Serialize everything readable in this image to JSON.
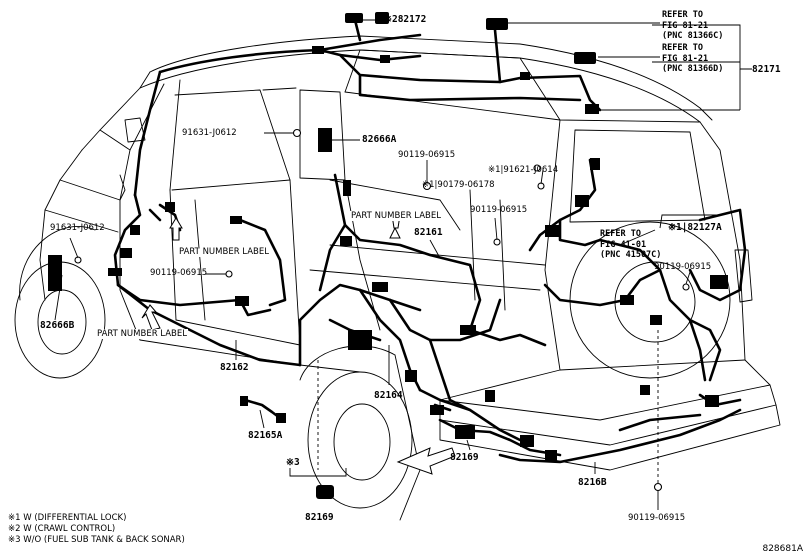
{
  "parts": {
    "p82172": "82172",
    "p82172_mark": "※2",
    "p82171": "82171",
    "p82666A": "82666A",
    "p82666B": "82666B",
    "p82161": "82161",
    "p82127A": "82127A",
    "p82127A_mark": "※1",
    "p82162": "82162",
    "p82164": "82164",
    "p82165A": "82165A",
    "p82169a": "82169",
    "p82169b": "82169",
    "p82169b_mark": "※3",
    "p8216B": "8216B",
    "b91631_top": "91631-J0612",
    "b91631_left": "91631-J0612",
    "b90119_a": "90119-06915",
    "b90119_b": "90119-06915",
    "b90119_c": "90119-06915",
    "b90119_d": "90119-06915",
    "b90119_e": "90119-06915",
    "b91621": "91621-J0614",
    "b91621_mark": "※1",
    "b90179": "90179-06178",
    "b90179_mark": "※1"
  },
  "refs": {
    "r1": [
      "REFER TO",
      "FIG 81-21",
      "(PNC 81366C)"
    ],
    "r2": [
      "REFER TO",
      "FIG 81-21",
      "(PNC 81366D)"
    ],
    "r3": [
      "REFER TO",
      "FIG 41-01",
      "(PNC 41507C)"
    ]
  },
  "part_number_labels": {
    "a": "PART NUMBER LABEL",
    "b": "PART NUMBER LABEL",
    "c": "PART NUMBER LABEL"
  },
  "legend": [
    "※1 W (DIFFERENTIAL LOCK)",
    "※2 W (CRAWL CONTROL)",
    "※3 W/O (FUEL SUB TANK & BACK SONAR)"
  ],
  "figure_id": "828681A"
}
